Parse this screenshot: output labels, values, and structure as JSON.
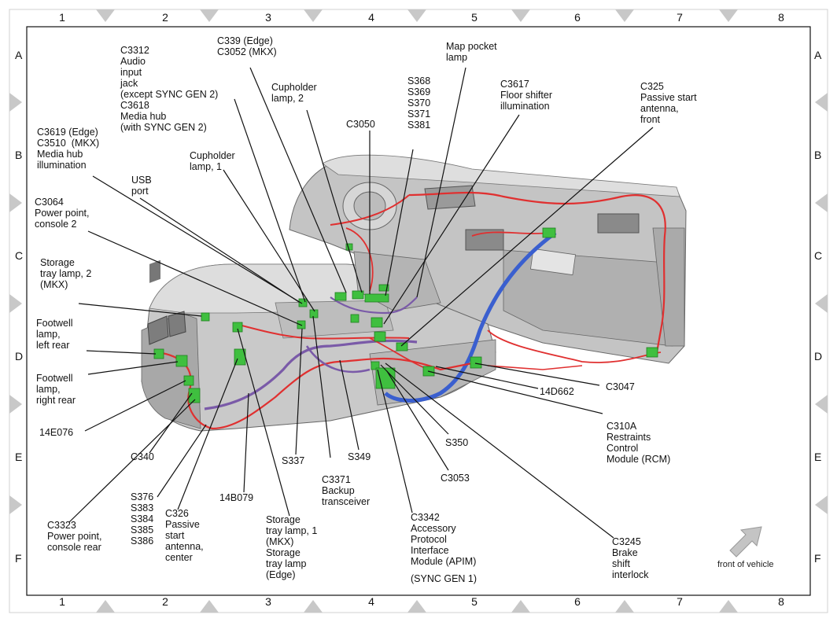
{
  "grid": {
    "columns": [
      "1",
      "2",
      "3",
      "4",
      "5",
      "6",
      "7",
      "8"
    ],
    "rows": [
      "A",
      "B",
      "C",
      "D",
      "E",
      "F"
    ]
  },
  "colors": {
    "connector": "#3fbf3f",
    "wire_red": "#e03030",
    "wire_blue": "#3a5fcf",
    "wire_purple": "#7a5aa8",
    "frame_triangle": "#c8c8c8",
    "vehicle_gray": "#b9b9b9"
  },
  "labels": {
    "c3339": "C339 (Edge)\nC3052 (MKX)",
    "c3312": "C3312\nAudio\ninput\njack\n(except SYNC GEN 2)\nC3618\nMedia hub\n(with SYNC GEN 2)",
    "map_pocket": "Map pocket\nlamp",
    "cupholder2": "Cupholder\nlamp, 2",
    "s368": "S368\nS369\nS370\nS371\nS381",
    "c3617": "C3617\nFloor shifter\nillumination",
    "c325": "C325\nPassive start\nantenna,\nfront",
    "c3050": "C3050",
    "c3619": "C3619 (Edge)\nC3510  (MKX)\nMedia hub\nillumination",
    "cupholder1": "Cupholder\nlamp, 1",
    "usb": "USB\nport",
    "c3064": "C3064\nPower point,\nconsole 2",
    "storage_tray2": "Storage\ntray lamp, 2\n(MKX)",
    "footwell_left": "Footwell\nlamp,\nleft rear",
    "footwell_right": "Footwell\nlamp,\nright rear",
    "c14e076": "14E076",
    "c340": "C340",
    "s376": "S376\nS383\nS384\nS385\nS386",
    "c326": "C326\nPassive\nstart\nantenna,\ncenter",
    "c14b079": "14B079",
    "c3323": "C3323\nPower point,\nconsole rear",
    "storage_tray1": "Storage\ntray lamp, 1\n(MKX)\nStorage\ntray lamp\n(Edge)",
    "s337": "S337",
    "s349": "S349",
    "c3371": "C3371\nBackup\ntransceiver",
    "c3342": "C3342\nAccessory\nProtocol\nInterface\nModule (APIM)",
    "sync_gen1": "(SYNC GEN 1)",
    "c3053": "C3053",
    "s350": "S350",
    "c3245": "C3245\nBrake\nshift\ninterlock",
    "c310a": "C310A\nRestraints\nControl\nModule (RCM)",
    "c14d662": "14D662",
    "c3047": "C3047",
    "front_of_vehicle": "front of vehicle"
  }
}
